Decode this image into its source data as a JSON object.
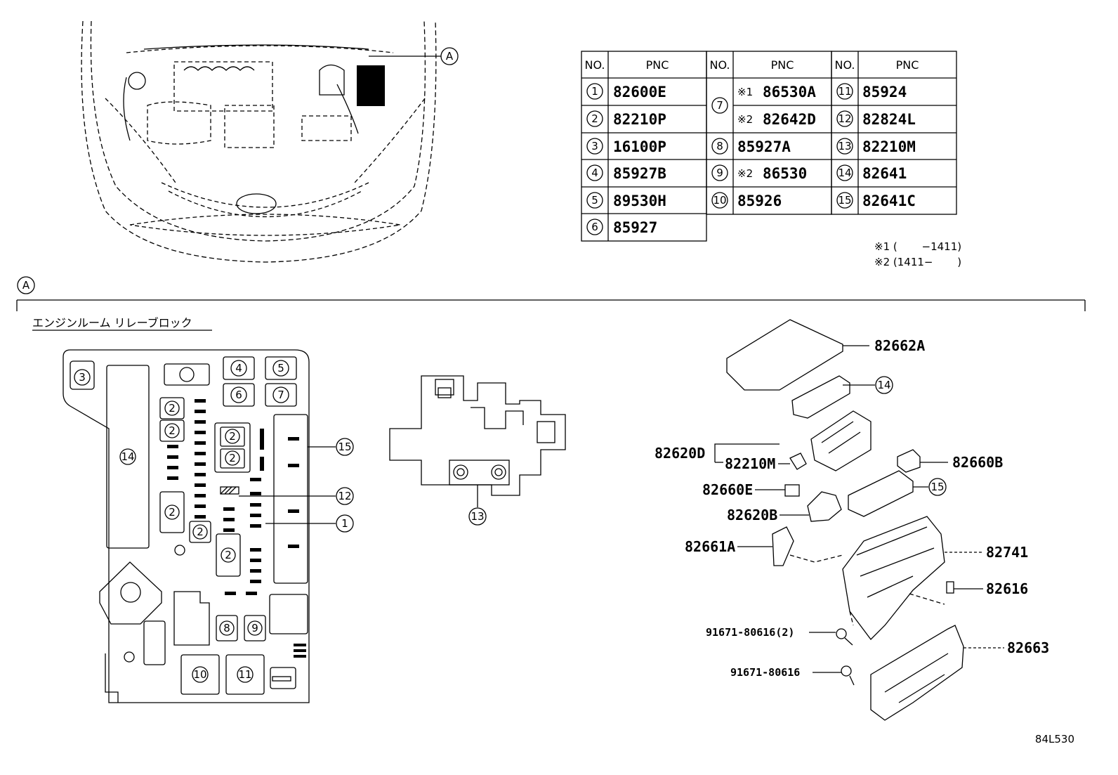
{
  "legend_table": {
    "header": {
      "no": "NO.",
      "pnc": "PNC"
    },
    "rows": [
      {
        "no": "1",
        "pnc": "82600E"
      },
      {
        "no": "2",
        "pnc": "82210P"
      },
      {
        "no": "3",
        "pnc": "16100P"
      },
      {
        "no": "4",
        "pnc": "85927B"
      },
      {
        "no": "5",
        "pnc": "89530H"
      },
      {
        "no": "6",
        "pnc": "85927"
      },
      {
        "no": "7",
        "pnc_a_mark": "※1",
        "pnc_a": "86530A",
        "pnc_b_mark": "※2",
        "pnc_b": "82642D"
      },
      {
        "no": "8",
        "pnc": "85927A"
      },
      {
        "no": "9",
        "pnc_mark": "※2",
        "pnc": "86530"
      },
      {
        "no": "10",
        "pnc": "85926"
      },
      {
        "no": "11",
        "pnc": "85924"
      },
      {
        "no": "12",
        "pnc": "82824L"
      },
      {
        "no": "13",
        "pnc": "82210M"
      },
      {
        "no": "14",
        "pnc": "82641"
      },
      {
        "no": "15",
        "pnc": "82641C"
      }
    ]
  },
  "notes": {
    "note1": "※1 (　　 −1411)",
    "note2": "※2 (1411−　　 )"
  },
  "section_marker": "A",
  "section_title": "エンジンルーム リレーブロック",
  "part_labels": {
    "p82662A": "82662A",
    "p82620D": "82620D",
    "p82210M": "82210M",
    "p82660B": "82660B",
    "p82660E": "82660E",
    "p82620B": "82620B",
    "p82661A": "82661A",
    "p82741": "82741",
    "p82616": "82616",
    "p91671_2": "91671-80616(2)",
    "p91671": "91671-80616",
    "p82663": "82663"
  },
  "callouts": {
    "c1": "1",
    "c2": "2",
    "c3": "3",
    "c4": "4",
    "c5": "5",
    "c6": "6",
    "c7": "7",
    "c8": "8",
    "c9": "9",
    "c10": "10",
    "c11": "11",
    "c12": "12",
    "c13": "13",
    "c14": "14",
    "c15": "15"
  },
  "diagram_code": "84L530"
}
